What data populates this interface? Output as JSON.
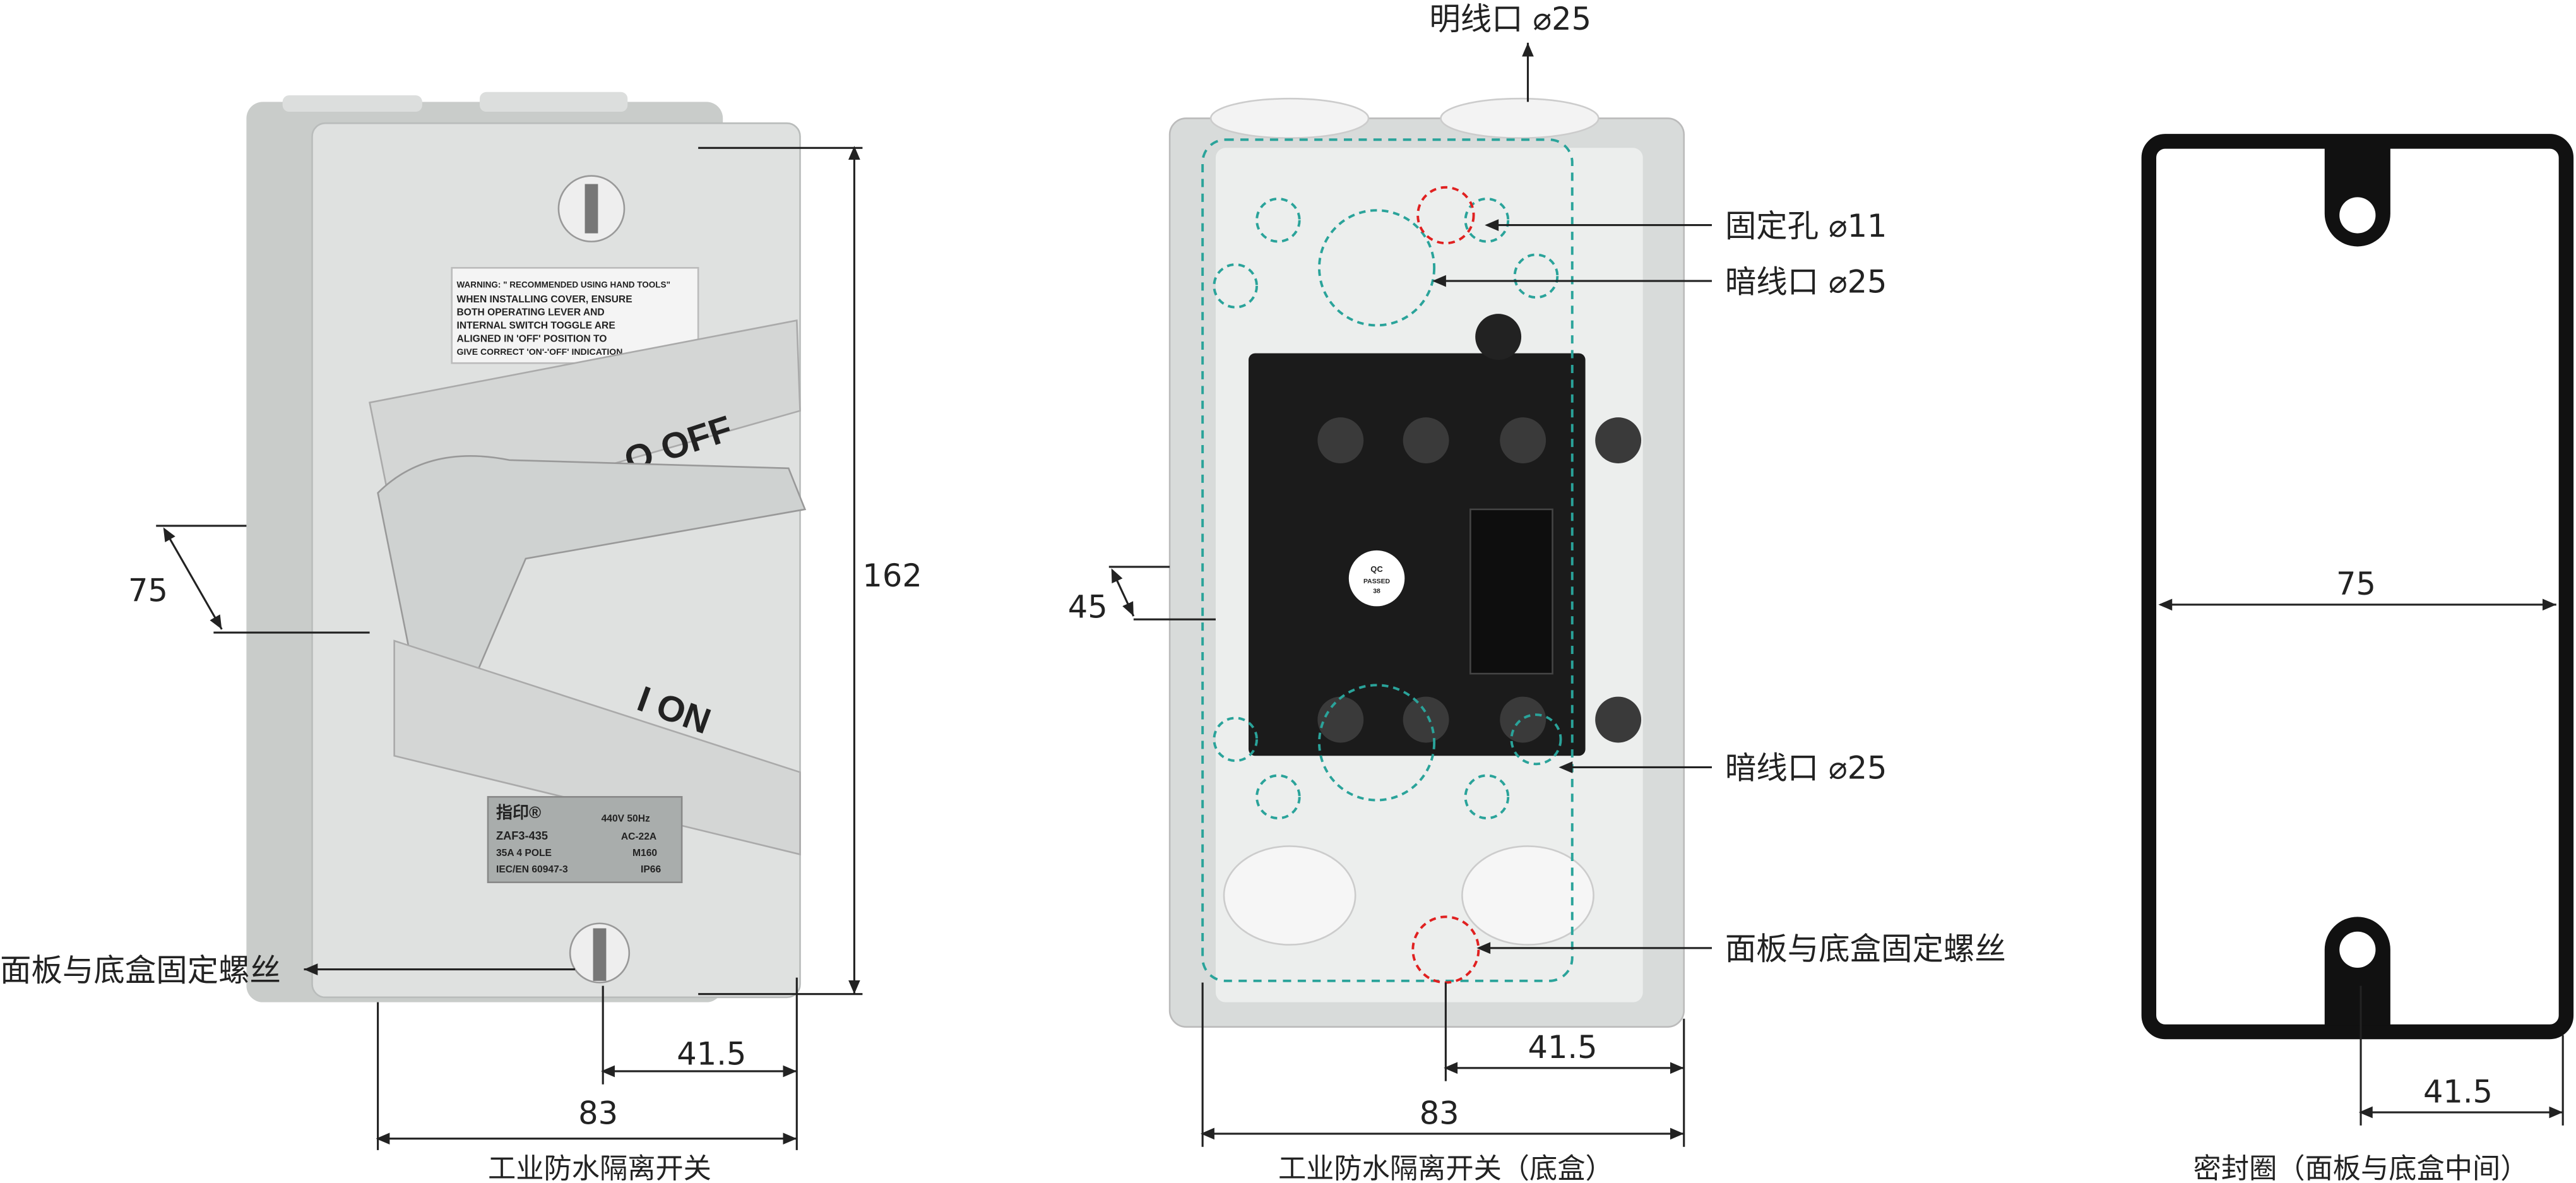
{
  "left_device": {
    "caption": "工业防水隔离开关",
    "dim_height": "162",
    "dim_width": "83",
    "dim_half": "41.5",
    "dim_depth": "75",
    "screw_label": "面板与底盒固定螺丝",
    "switch_off": "O OFF",
    "switch_on": "I ON",
    "warning_label": {
      "title": "WARNING: \" RECOMMENDED USING HAND TOOLS\"",
      "lines": [
        "WHEN INSTALLING COVER, ENSURE",
        "BOTH OPERATING LEVER AND",
        "INTERNAL SWITCH TOGGLE ARE",
        "ALIGNED IN 'OFF' POSITION TO",
        "GIVE CORRECT 'ON'-'OFF' INDICATION"
      ]
    },
    "rating_plate": {
      "brand": "指印®",
      "model": "ZAF3-435",
      "current": "35A 4 POLE",
      "standard": "IEC/EN 60947-3",
      "voltage": "440V 50Hz",
      "category": "AC-22A",
      "thread": "M160",
      "ip": "IP66"
    }
  },
  "middle_device": {
    "caption": "工业防水隔离开关（底盒）",
    "top_label": "明线口 ⌀25",
    "fixing_hole": "固定孔 ⌀11",
    "concealed_upper": "暗线口 ⌀25",
    "concealed_lower": "暗线口 ⌀25",
    "screw_label": "面板与底盒固定螺丝",
    "dim_width": "83",
    "dim_half": "41.5",
    "dim_depth": "45",
    "qc_sticker": [
      "QC",
      "PASSED",
      "38"
    ],
    "accent_color": "#2aa39a",
    "highlight_color": "#e02020"
  },
  "seal_ring": {
    "caption": "密封圈（面板与底盒中间）",
    "dim_width": "75",
    "dim_half": "41.5"
  }
}
